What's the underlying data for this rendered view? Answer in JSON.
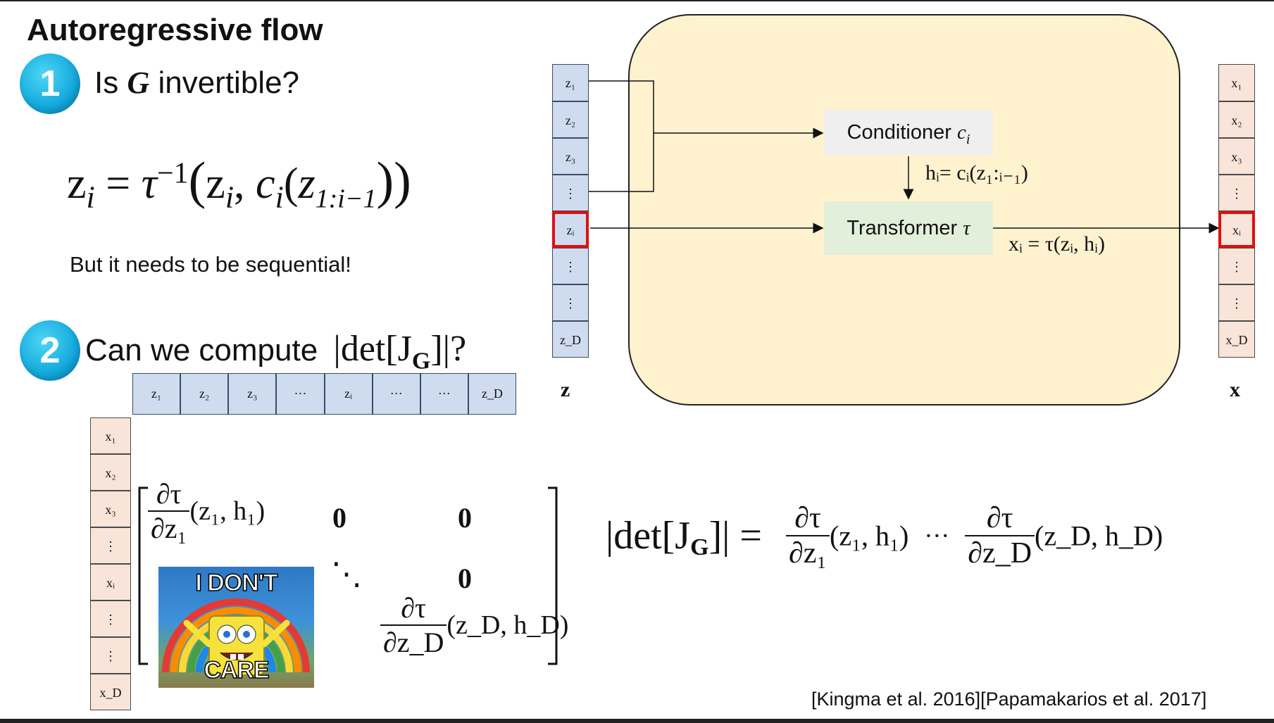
{
  "title": "Autoregressive flow",
  "q1": {
    "number": "1",
    "text_pre": "Is ",
    "symbol": "G",
    "text_post": " invertible?"
  },
  "eq1": "zᵢ = τ⁻¹(zᵢ, cᵢ(z₁:ᵢ₋₁))",
  "eq1_parts": {
    "lhs": "z",
    "sub_i": "i",
    "eq": " = ",
    "tau": "τ",
    "inv": "−1",
    "open": "(",
    "z": "z",
    "comma": ", ",
    "c": "c",
    "open2": "(",
    "zz": "z",
    "sub_range": "1:i−1",
    "close": "))"
  },
  "seq_note": "But it needs to be sequential!",
  "q2": {
    "number": "2",
    "text": "Can we compute ",
    "det": "|det[J",
    "sub": "G",
    "close": "]|?"
  },
  "z_column": {
    "label": "z",
    "cells": [
      "z₁",
      "z₂",
      "z₃",
      "⋮",
      "zᵢ",
      "⋮",
      "⋮",
      "z_D"
    ]
  },
  "x_column": {
    "label": "x",
    "cells": [
      "x₁",
      "x₂",
      "x₃",
      "⋮",
      "xᵢ",
      "⋮",
      "⋮",
      "x_D"
    ]
  },
  "conditioner": {
    "label": "Conditioner ",
    "sym": "c",
    "sub": "i"
  },
  "transformer": {
    "label": "Transformer ",
    "sym": "τ"
  },
  "h_label": "hᵢ= cᵢ(z₁:ᵢ₋₁)",
  "x_eq_label": "xᵢ = τ(zᵢ, hᵢ)",
  "jacobian_top_row": [
    "z₁",
    "z₂",
    "z₃",
    "···",
    "zᵢ",
    "···",
    "···",
    "z_D"
  ],
  "jacobian_left_col": [
    "x₁",
    "x₂",
    "x₃",
    "⋮",
    "xᵢ",
    "⋮",
    "⋮",
    "x_D"
  ],
  "matrix": {
    "d_num": "∂τ",
    "d_den1": "∂z₁",
    "arg1": "(z₁, h₁)",
    "zero": "0",
    "ddots": "⋱",
    "d_denD": "∂z_D",
    "argD": "(z_D, h_D)"
  },
  "meme": {
    "top": "I DON'T",
    "bottom": "CARE"
  },
  "det_eq": {
    "lhs": "|det[J",
    "sub": "G",
    "close": "]| =",
    "d_num": "∂τ",
    "d_den1": "∂z₁",
    "arg1": "(z₁, h₁)",
    "dots": "···",
    "d_denD": "∂z_D",
    "argD": "(z_D, h_D)"
  },
  "citation": "[Kingma et al. 2016][Papamakarios et al. 2017]"
}
